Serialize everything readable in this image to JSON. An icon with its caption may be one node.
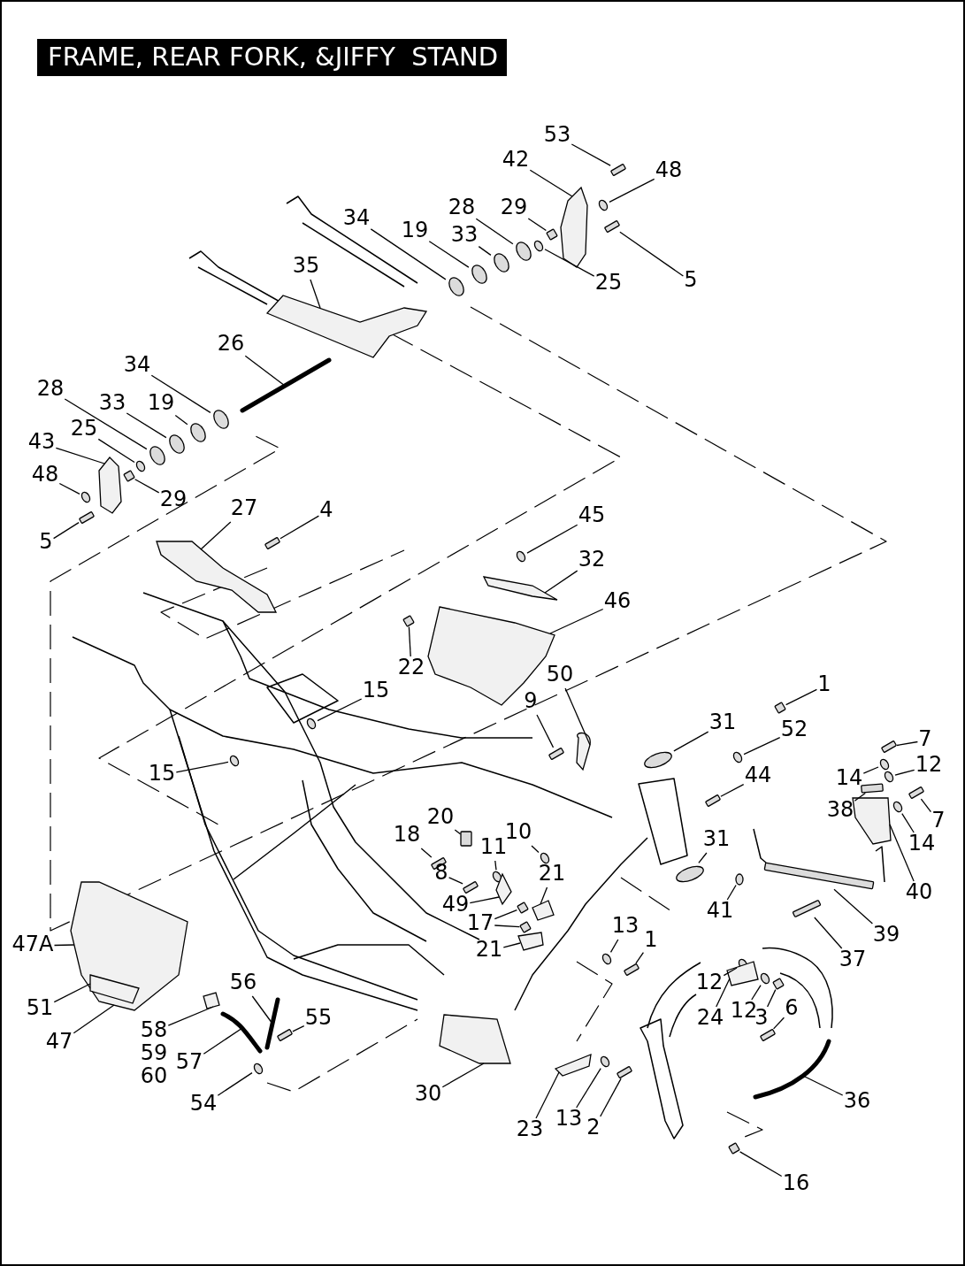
{
  "diagram": {
    "title": "FRAME, REAR FORK, &JIFFY  STAND",
    "nodes": [
      {
        "text": [
          "53"
        ]
      },
      {
        "text": [
          "42"
        ]
      },
      {
        "text": [
          "48"
        ]
      },
      {
        "text": [
          "34"
        ]
      },
      {
        "text": [
          "28"
        ]
      },
      {
        "text": [
          "29"
        ]
      },
      {
        "text": [
          "19"
        ]
      },
      {
        "text": [
          "33"
        ]
      },
      {
        "text": [
          "35"
        ]
      },
      {
        "text": [
          "25"
        ]
      },
      {
        "text": [
          "5"
        ]
      },
      {
        "text": [
          "26"
        ]
      },
      {
        "text": [
          "34"
        ]
      },
      {
        "text": [
          "28"
        ]
      },
      {
        "text": [
          "33"
        ]
      },
      {
        "text": [
          "19"
        ]
      },
      {
        "text": [
          "25"
        ]
      },
      {
        "text": [
          "43"
        ]
      },
      {
        "text": [
          "48"
        ]
      },
      {
        "text": [
          "29"
        ]
      },
      {
        "text": [
          "5"
        ]
      },
      {
        "text": [
          "27"
        ]
      },
      {
        "text": [
          "4"
        ]
      },
      {
        "text": [
          "45"
        ]
      },
      {
        "text": [
          "32"
        ]
      },
      {
        "text": [
          "46"
        ]
      },
      {
        "text": [
          "22"
        ]
      },
      {
        "text": [
          "50"
        ]
      },
      {
        "text": [
          "15"
        ]
      },
      {
        "text": [
          "1"
        ]
      },
      {
        "text": [
          "9"
        ]
      },
      {
        "text": [
          "31"
        ]
      },
      {
        "text": [
          "52"
        ]
      },
      {
        "text": [
          "7"
        ]
      },
      {
        "text": [
          "12"
        ]
      },
      {
        "text": [
          "14"
        ]
      },
      {
        "text": [
          "15"
        ]
      },
      {
        "text": [
          "44"
        ]
      },
      {
        "text": [
          "38"
        ]
      },
      {
        "text": [
          "20"
        ]
      },
      {
        "text": [
          "7"
        ]
      },
      {
        "text": [
          "18"
        ]
      },
      {
        "text": [
          "10"
        ]
      },
      {
        "text": [
          "31"
        ]
      },
      {
        "text": [
          "14"
        ]
      },
      {
        "text": [
          "11"
        ]
      },
      {
        "text": [
          "8"
        ]
      },
      {
        "text": [
          "21"
        ]
      },
      {
        "text": [
          "40"
        ]
      },
      {
        "text": [
          "49"
        ]
      },
      {
        "text": [
          "41"
        ]
      },
      {
        "text": [
          "17"
        ]
      },
      {
        "text": [
          "13"
        ]
      },
      {
        "text": [
          "39"
        ]
      },
      {
        "text": [
          "1"
        ]
      },
      {
        "text": [
          "47A"
        ]
      },
      {
        "text": [
          "21"
        ]
      },
      {
        "text": [
          "37"
        ]
      },
      {
        "text": [
          "12"
        ]
      },
      {
        "text": [
          "56"
        ]
      },
      {
        "text": [
          "51"
        ]
      },
      {
        "text": [
          "12"
        ]
      },
      {
        "text": [
          "6"
        ]
      },
      {
        "text": [
          "24"
        ]
      },
      {
        "text": [
          "3"
        ]
      },
      {
        "text": [
          "55"
        ]
      },
      {
        "text": [
          "58",
          "59",
          "60"
        ]
      },
      {
        "text": [
          "47"
        ]
      },
      {
        "text": [
          "57"
        ]
      },
      {
        "text": [
          "30"
        ]
      },
      {
        "text": [
          "36"
        ]
      },
      {
        "text": [
          "54"
        ]
      },
      {
        "text": [
          "23"
        ]
      },
      {
        "text": [
          "13"
        ]
      },
      {
        "text": [
          "2"
        ]
      },
      {
        "text": [
          "16"
        ]
      },
      {
        "text": [],
        "shape": "box"
      },
      {
        "text": [],
        "shape": "picture"
      },
      {
        "text": [],
        "shape": "circle"
      },
      {
        "text": [],
        "shape": "circle"
      },
      {
        "text": [],
        "shape": "circle"
      },
      {
        "text": [],
        "shape": "box"
      },
      {
        "text": [],
        "shape": "circle"
      },
      {
        "text": [],
        "shape": "circle"
      },
      {
        "text": [],
        "shape": "picture"
      },
      {
        "text": [],
        "shape": "circle"
      },
      {
        "text": [],
        "shape": "box"
      },
      {
        "text": [],
        "shape": "picture"
      },
      {
        "text": [],
        "shape": "circle"
      },
      {
        "text": [],
        "shape": "circle"
      },
      {
        "text": [],
        "shape": "circle"
      },
      {
        "text": [],
        "shape": "circle"
      },
      {
        "text": [],
        "shape": "circle"
      },
      {
        "text": [],
        "shape": "picture"
      },
      {
        "text": [],
        "shape": "circle"
      },
      {
        "text": [],
        "shape": "box"
      },
      {
        "text": [],
        "shape": "box"
      },
      {
        "text": [],
        "shape": "picture"
      },
      {
        "text": [],
        "shape": "box"
      },
      {
        "text": [],
        "shape": "circle"
      },
      {
        "text": [],
        "shape": "picture"
      },
      {
        "text": [],
        "shape": "picture"
      },
      {
        "text": [],
        "shape": "box"
      },
      {
        "text": [],
        "shape": "picture"
      },
      {
        "text": [],
        "shape": "circle"
      },
      {
        "text": [],
        "shape": "box"
      },
      {
        "text": [],
        "shape": "box"
      },
      {
        "text": [],
        "shape": "circle"
      },
      {
        "text": [],
        "shape": "circle"
      },
      {
        "text": [],
        "shape": "box"
      },
      {
        "text": [],
        "shape": "circle"
      },
      {
        "text": [],
        "shape": "circle"
      },
      {
        "text": [],
        "shape": "circle"
      },
      {
        "text": [],
        "shape": "box"
      },
      {
        "text": [],
        "shape": "box"
      },
      {
        "text": [],
        "shape": "box"
      },
      {
        "text": [],
        "shape": "box"
      },
      {
        "text": [],
        "shape": "box"
      },
      {
        "text": [],
        "shape": "circle"
      },
      {
        "text": [],
        "shape": "circle"
      },
      {
        "text": [],
        "shape": "circle"
      },
      {
        "text": [],
        "shape": "circle"
      },
      {
        "text": [],
        "shape": "box"
      },
      {
        "text": [],
        "shape": "picture"
      },
      {
        "text": [],
        "shape": "picture"
      },
      {
        "text": [],
        "shape": "picture"
      },
      {
        "text": [],
        "shape": "circle"
      },
      {
        "text": [],
        "shape": "box"
      },
      {
        "text": [],
        "shape": "box"
      },
      {
        "text": [],
        "shape": "circle"
      },
      {
        "text": [],
        "shape": "bar"
      },
      {
        "text": [],
        "shape": "box"
      },
      {
        "text": [],
        "shape": "picture"
      },
      {
        "text": [],
        "shape": "picture"
      },
      {
        "text": [],
        "shape": "box"
      },
      {
        "text": [],
        "shape": "circle"
      },
      {
        "text": [],
        "shape": "picture"
      },
      {
        "text": [],
        "shape": "picture",
        "in": 132
      },
      {
        "text": [],
        "shape": "circle"
      },
      {
        "text": [],
        "shape": "box"
      },
      {
        "text": [],
        "shape": "picture"
      },
      {
        "text": [],
        "shape": "box"
      },
      {
        "text": [],
        "shape": "box"
      },
      {
        "text": [],
        "shape": "picture"
      },
      {
        "text": [],
        "shape": "picture"
      },
      {
        "text": [],
        "shape": "picture"
      },
      {
        "text": [],
        "shape": "picture"
      },
      {
        "text": [],
        "shape": "circle"
      },
      {
        "text": [],
        "shape": "picture"
      },
      {
        "text": [],
        "shape": "circle"
      },
      {
        "text": [],
        "shape": "box"
      },
      {
        "text": [],
        "shape": "box"
      }
    ],
    "edges": [
      {
        "from": 0,
        "to": 76,
        "arrow": "none"
      },
      {
        "from": 1,
        "to": 77,
        "arrow": "none"
      },
      {
        "from": 2,
        "to": 78,
        "arrow": "none"
      },
      {
        "from": 3,
        "to": 79,
        "arrow": "none"
      },
      {
        "from": 4,
        "to": 80,
        "arrow": "none"
      },
      {
        "from": 5,
        "to": 81,
        "arrow": "none"
      },
      {
        "from": 6,
        "to": 82,
        "arrow": "none"
      },
      {
        "from": 7,
        "to": 83,
        "arrow": "none"
      },
      {
        "from": 8,
        "to": 84,
        "arrow": "none"
      },
      {
        "from": 9,
        "to": 85,
        "arrow": "none"
      },
      {
        "from": 10,
        "to": 86,
        "arrow": "none"
      },
      {
        "from": 11,
        "to": 87,
        "arrow": "none"
      },
      {
        "from": 12,
        "to": 88,
        "arrow": "none"
      },
      {
        "from": 13,
        "to": 89,
        "arrow": "none"
      },
      {
        "from": 14,
        "to": 90,
        "arrow": "none"
      },
      {
        "from": 15,
        "to": 91,
        "arrow": "none"
      },
      {
        "from": 16,
        "to": 92,
        "arrow": "none"
      },
      {
        "from": 17,
        "to": 93,
        "arrow": "none"
      },
      {
        "from": 18,
        "to": 94,
        "arrow": "none"
      },
      {
        "from": 19,
        "to": 95,
        "arrow": "none"
      },
      {
        "from": 20,
        "to": 96,
        "arrow": "none"
      },
      {
        "from": 21,
        "to": 97,
        "arrow": "none"
      },
      {
        "from": 22,
        "to": 98,
        "arrow": "none"
      },
      {
        "from": 23,
        "to": 99,
        "arrow": "none"
      },
      {
        "from": 24,
        "to": 100,
        "arrow": "none"
      },
      {
        "from": 25,
        "to": 101,
        "arrow": "none"
      },
      {
        "from": 26,
        "to": 102,
        "arrow": "none"
      },
      {
        "from": 27,
        "to": 103,
        "arrow": "none"
      },
      {
        "from": 28,
        "to": 104,
        "arrow": "none"
      },
      {
        "from": 29,
        "to": 105,
        "arrow": "none"
      },
      {
        "from": 30,
        "to": 106,
        "arrow": "none"
      },
      {
        "from": 31,
        "to": 107,
        "arrow": "none"
      },
      {
        "from": 32,
        "to": 108,
        "arrow": "none"
      },
      {
        "from": 33,
        "to": 109,
        "arrow": "none"
      },
      {
        "from": 34,
        "to": 110,
        "arrow": "none"
      },
      {
        "from": 35,
        "to": 111,
        "arrow": "none"
      },
      {
        "from": 36,
        "to": 112,
        "arrow": "none"
      },
      {
        "from": 37,
        "to": 113,
        "arrow": "none"
      },
      {
        "from": 38,
        "to": 114,
        "arrow": "none"
      },
      {
        "from": 39,
        "to": 115,
        "arrow": "none"
      },
      {
        "from": 40,
        "to": 116,
        "arrow": "none"
      },
      {
        "from": 41,
        "to": 117,
        "arrow": "none"
      },
      {
        "from": 42,
        "to": 118,
        "arrow": "none"
      },
      {
        "from": 43,
        "to": 119,
        "arrow": "none"
      },
      {
        "from": 44,
        "to": 120,
        "arrow": "none"
      },
      {
        "from": 45,
        "to": 121,
        "arrow": "none"
      },
      {
        "from": 46,
        "to": 122,
        "arrow": "none"
      },
      {
        "from": 47,
        "to": 123,
        "arrow": "none"
      },
      {
        "from": 48,
        "to": 124,
        "arrow": "none"
      },
      {
        "from": 49,
        "to": 125,
        "arrow": "none"
      },
      {
        "from": 50,
        "to": 126,
        "arrow": "none"
      },
      {
        "from": 51,
        "to": 127,
        "arrow": "none"
      },
      {
        "from": 51,
        "to": 128,
        "arrow": "none"
      },
      {
        "from": 52,
        "to": 129,
        "arrow": "none"
      },
      {
        "from": 53,
        "to": 130,
        "arrow": "none"
      },
      {
        "from": 54,
        "to": 131,
        "arrow": "none"
      },
      {
        "from": 55,
        "to": 132,
        "arrow": "none"
      },
      {
        "from": 56,
        "to": 133,
        "arrow": "none"
      },
      {
        "from": 57,
        "to": 134,
        "arrow": "none"
      },
      {
        "from": 58,
        "to": 135,
        "arrow": "none"
      },
      {
        "from": 59,
        "to": 136,
        "arrow": "none"
      },
      {
        "from": 60,
        "to": 137,
        "arrow": "none"
      },
      {
        "from": 61,
        "to": 138,
        "arrow": "none"
      },
      {
        "from": 62,
        "to": 139,
        "arrow": "none"
      },
      {
        "from": 63,
        "to": 140,
        "arrow": "none"
      },
      {
        "from": 64,
        "to": 141,
        "arrow": "none"
      },
      {
        "from": 65,
        "to": 142,
        "arrow": "none"
      },
      {
        "from": 66,
        "to": 143,
        "arrow": "none"
      },
      {
        "from": 67,
        "to": 132,
        "arrow": "none"
      },
      {
        "from": 68,
        "to": 144,
        "arrow": "none"
      },
      {
        "from": 69,
        "to": 145,
        "arrow": "none"
      },
      {
        "from": 70,
        "to": 146,
        "arrow": "none"
      },
      {
        "from": 71,
        "to": 147,
        "arrow": "none"
      },
      {
        "from": 72,
        "to": 148,
        "arrow": "none"
      },
      {
        "from": 73,
        "to": 149,
        "arrow": "none"
      },
      {
        "from": 74,
        "to": 150,
        "arrow": "none"
      },
      {
        "from": 75,
        "to": 151,
        "arrow": "none"
      }
    ]
  }
}
